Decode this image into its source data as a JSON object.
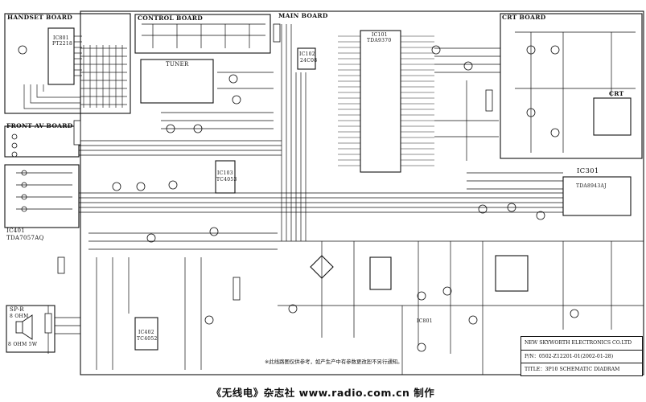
{
  "boards": {
    "handset": "HANDSET BOARD",
    "control": "CONTROL BOARD",
    "main": "MAIN BOARD",
    "crt": "CRT BOARD",
    "front_av": "FRONT AV BOARD"
  },
  "chips": {
    "ic801": "IC801",
    "ic801_part": "PT2218",
    "ic101": "IC101",
    "ic101_part": "TDA9370",
    "ic301": "IC301",
    "ic301_part": "TDA8943AJ",
    "ic103": "IC103",
    "ic103_part": "TC4053",
    "ic401": "IC401",
    "ic401_part": "TDA7057AQ",
    "ic402": "IC402",
    "ic402_part": "TC4052",
    "ic801b": "IC801",
    "ic102": "IC102",
    "ic102_part": "24C08"
  },
  "tuner": "TUNER",
  "crt_label": "CRT",
  "speaker": {
    "label": "SP-R",
    "spec1": "8 OHM",
    "spec2": "8 OHM 5W"
  },
  "title_block": {
    "company": "NEW SKYWORTH ELECTRONICS CO.LTD",
    "pn": "P/N：0502-Z12201-01(2002-01-28)",
    "title": "TITLE：3P10 SCHEMATIC DIADRAM"
  },
  "note": "※此线路图仅供参考，如产生产中有参数更改恕不另行通知。",
  "footer": "《无线电》杂志社  www.radio.com.cn 制作"
}
